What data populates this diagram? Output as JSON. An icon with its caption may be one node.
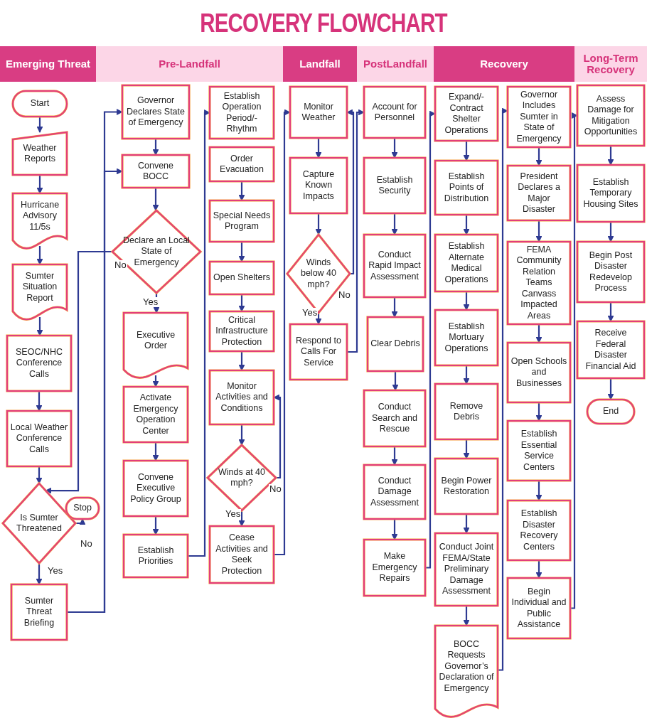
{
  "diagram": {
    "title": "RECOVERY FLOWCHART",
    "nodes": [
      {
        "text": [
          "Emerging Threat"
        ]
      },
      {
        "text": [
          "Pre-Landfall"
        ]
      },
      {
        "text": [
          "Landfall"
        ]
      },
      {
        "text": [
          "PostLandfall"
        ]
      },
      {
        "text": [
          "Recovery"
        ]
      },
      {
        "text": [
          "Long-Term Recovery"
        ]
      },
      {
        "text": [
          "Start"
        ]
      },
      {
        "text": [
          "Weather Reports"
        ]
      },
      {
        "text": [
          "Hurricane Advisory 11/5s"
        ]
      },
      {
        "text": [
          "Sumter Situation Report"
        ]
      },
      {
        "text": [
          "SEOC/NHC Conference Calls"
        ]
      },
      {
        "text": [
          "Local Weather Conference Calls"
        ]
      },
      {
        "text": [
          "Is Sumter Threatened"
        ]
      },
      {
        "text": [
          "Stop"
        ]
      },
      {
        "text": [
          "Sumter Threat Briefing"
        ]
      },
      {
        "text": [
          "Governor Declares State of Emergency"
        ]
      },
      {
        "text": [
          "Convene BOCC"
        ]
      },
      {
        "text": [
          "Declare an Local State of Emergency"
        ]
      },
      {
        "text": [
          "Executive Order"
        ]
      },
      {
        "text": [
          "Activate Emergency Operation Center"
        ]
      },
      {
        "text": [
          "Convene Executive Policy Group"
        ]
      },
      {
        "text": [
          "Establish Priorities"
        ]
      },
      {
        "text": [
          "Establish Operation Period/-Rhythm"
        ]
      },
      {
        "text": [
          "Order Evacuation"
        ]
      },
      {
        "text": [
          "Special Needs Program"
        ]
      },
      {
        "text": [
          "Open Shelters"
        ]
      },
      {
        "text": [
          "Critical Infrastructure Protection"
        ]
      },
      {
        "text": [
          "Monitor Activities and Conditions"
        ]
      },
      {
        "text": [
          "Winds at 40 mph?"
        ]
      },
      {
        "text": [
          "Cease Activities and Seek Protection"
        ]
      },
      {
        "text": [
          "Monitor Weather"
        ]
      },
      {
        "text": [
          "Capture Known Impacts"
        ]
      },
      {
        "text": [
          "Winds below 40 mph?"
        ]
      },
      {
        "text": [
          "Respond to Calls For Service"
        ]
      },
      {
        "text": [
          "Account for Personnel"
        ]
      },
      {
        "text": [
          "Establish Security"
        ]
      },
      {
        "text": [
          "Conduct Rapid Impact Assessment"
        ]
      },
      {
        "text": [
          "Clear Debris"
        ]
      },
      {
        "text": [
          "Conduct Search and Rescue"
        ]
      },
      {
        "text": [
          "Conduct Damage Assessment"
        ]
      },
      {
        "text": [
          "Make Emergency Repairs"
        ]
      },
      {
        "text": [
          "Expand/-Contract Shelter Operations"
        ]
      },
      {
        "text": [
          "Establish Points of Distribution"
        ]
      },
      {
        "text": [
          "Establish Alternate Medical Operations"
        ]
      },
      {
        "text": [
          "Establish Mortuary Operations"
        ]
      },
      {
        "text": [
          "Remove Debris"
        ]
      },
      {
        "text": [
          "Begin Power Restoration"
        ]
      },
      {
        "text": [
          "Conduct Joint FEMA/State Preliminary Damage Assessment"
        ]
      },
      {
        "text": [
          "BOCC Requests Governor’s Declaration of Emergency"
        ]
      },
      {
        "text": [
          "Governor Includes Sumter in State of Emergency"
        ]
      },
      {
        "text": [
          "President Declares a Major Disaster"
        ]
      },
      {
        "text": [
          "FEMA Community Relation Teams Canvass Impacted Areas"
        ]
      },
      {
        "text": [
          "Open Schools and Businesses"
        ]
      },
      {
        "text": [
          "Establish Essential Service Centers"
        ]
      },
      {
        "text": [
          "Establish Disaster Recovery Centers"
        ]
      },
      {
        "text": [
          "Begin Individual and Public Assistance"
        ]
      },
      {
        "text": [
          "Assess Damage for Mitigation Opportunities"
        ]
      },
      {
        "text": [
          "Establish Temporary Housing Sites"
        ]
      },
      {
        "text": [
          "Begin Post Disaster Redevelop Process"
        ]
      },
      {
        "text": [
          "Receive Federal Disaster Financial Aid"
        ]
      },
      {
        "text": [
          "End"
        ]
      }
    ],
    "edges": [
      {
        "from": 6,
        "to": 7,
        "arrow": "to"
      },
      {
        "from": 7,
        "to": 8,
        "arrow": "to"
      },
      {
        "from": 8,
        "to": 9,
        "arrow": "to"
      },
      {
        "from": 9,
        "to": 10,
        "arrow": "to"
      },
      {
        "from": 10,
        "to": 11,
        "arrow": "to"
      },
      {
        "from": 11,
        "to": 12,
        "arrow": "to"
      },
      {
        "from": 12,
        "to": 13,
        "arrow": "to",
        "label": "No"
      },
      {
        "from": 12,
        "to": 14,
        "arrow": "to",
        "label": "Yes"
      },
      {
        "from": 14,
        "to": 15,
        "arrow": "to"
      },
      {
        "from": 14,
        "to": 16,
        "arrow": "to"
      },
      {
        "from": 15,
        "to": 16,
        "arrow": "to"
      },
      {
        "from": 16,
        "to": 17,
        "arrow": "to"
      },
      {
        "from": 17,
        "to": 18,
        "arrow": "to",
        "label": "Yes"
      },
      {
        "from": 17,
        "to": 12,
        "arrow": "to",
        "label": "No"
      },
      {
        "from": 18,
        "to": 19,
        "arrow": "to"
      },
      {
        "from": 19,
        "to": 20,
        "arrow": "to"
      },
      {
        "from": 20,
        "to": 21,
        "arrow": "to"
      },
      {
        "from": 21,
        "to": 22,
        "arrow": "to"
      },
      {
        "from": 23,
        "to": 24,
        "arrow": "to"
      },
      {
        "from": 24,
        "to": 25,
        "arrow": "to"
      },
      {
        "from": 25,
        "to": 26,
        "arrow": "to"
      },
      {
        "from": 26,
        "to": 27,
        "arrow": "to"
      },
      {
        "from": 27,
        "to": 28,
        "arrow": "to"
      },
      {
        "from": 28,
        "to": 29,
        "arrow": "to",
        "label": "Yes"
      },
      {
        "from": 28,
        "to": 27,
        "arrow": "to",
        "label": "No"
      },
      {
        "from": 29,
        "to": 30,
        "arrow": "to"
      },
      {
        "from": 30,
        "to": 31,
        "arrow": "to"
      },
      {
        "from": 31,
        "to": 32,
        "arrow": "to"
      },
      {
        "from": 32,
        "to": 33,
        "arrow": "to",
        "label": "Yes"
      },
      {
        "from": 32,
        "to": 30,
        "arrow": "to",
        "label": "No"
      },
      {
        "from": 33,
        "to": 34,
        "arrow": "to"
      },
      {
        "from": 34,
        "to": 35,
        "arrow": "to"
      },
      {
        "from": 35,
        "to": 36,
        "arrow": "to"
      },
      {
        "from": 36,
        "to": 37,
        "arrow": "to"
      },
      {
        "from": 37,
        "to": 38,
        "arrow": "to"
      },
      {
        "from": 38,
        "to": 39,
        "arrow": "to"
      },
      {
        "from": 39,
        "to": 40,
        "arrow": "to"
      },
      {
        "from": 40,
        "to": 41,
        "arrow": "to"
      },
      {
        "from": 41,
        "to": 42,
        "arrow": "to"
      },
      {
        "from": 42,
        "to": 43,
        "arrow": "to"
      },
      {
        "from": 43,
        "to": 44,
        "arrow": "to"
      },
      {
        "from": 44,
        "to": 45,
        "arrow": "to"
      },
      {
        "from": 45,
        "to": 46,
        "arrow": "to"
      },
      {
        "from": 46,
        "to": 47,
        "arrow": "to"
      },
      {
        "from": 47,
        "to": 48,
        "arrow": "to"
      },
      {
        "from": 48,
        "to": 49,
        "arrow": "to"
      },
      {
        "from": 49,
        "to": 50,
        "arrow": "to"
      },
      {
        "from": 50,
        "to": 51,
        "arrow": "to"
      },
      {
        "from": 51,
        "to": 52,
        "arrow": "to"
      },
      {
        "from": 52,
        "to": 53,
        "arrow": "to"
      },
      {
        "from": 53,
        "to": 54,
        "arrow": "to"
      },
      {
        "from": 54,
        "to": 55,
        "arrow": "to"
      },
      {
        "from": 55,
        "to": 56,
        "arrow": "to"
      },
      {
        "from": 56,
        "to": 57,
        "arrow": "to"
      },
      {
        "from": 57,
        "to": 58,
        "arrow": "to"
      },
      {
        "from": 58,
        "to": 59,
        "arrow": "to"
      },
      {
        "from": 59,
        "to": 60,
        "arrow": "to"
      }
    ]
  }
}
